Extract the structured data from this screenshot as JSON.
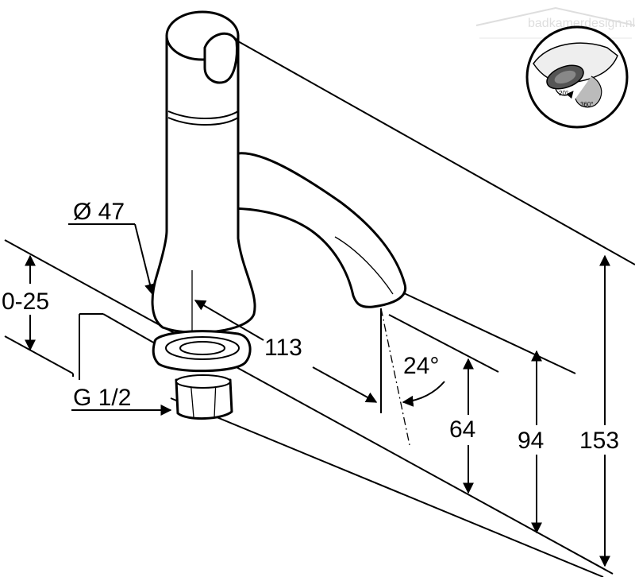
{
  "watermark": {
    "text": "badkamerdesign.nl"
  },
  "dimensions": {
    "diameter": "Ø 47",
    "reach": "113",
    "height_adjust": "0-25",
    "thread": "G 1/2",
    "angle": "24°",
    "spout_height": "64",
    "spout_top": "94",
    "total_height": "153"
  },
  "inset": {
    "angle_small": "20°",
    "angle_rotate": "360°"
  }
}
